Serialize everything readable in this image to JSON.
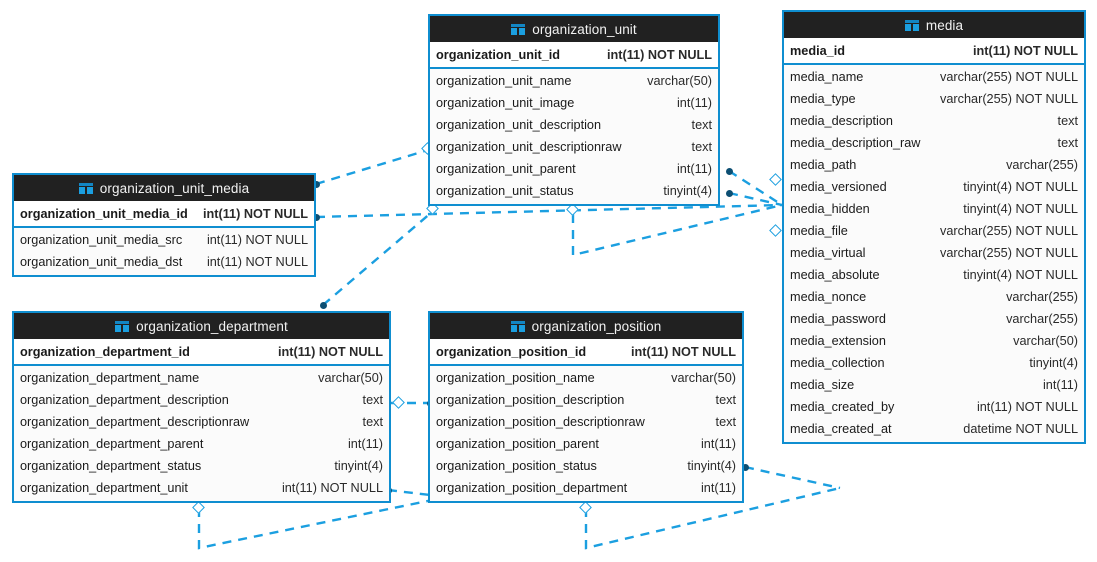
{
  "diagram": {
    "title": "database-er-diagram",
    "accent_color": "#0f8ed0",
    "header_color": "#212121",
    "line_color": "#1b9fe0",
    "icon_name": "table-icon"
  },
  "tables": [
    {
      "id": "organization_unit",
      "name": "organization_unit",
      "primary_key": {
        "field": "organization_unit_id",
        "type": "int(11) NOT NULL"
      },
      "fields": [
        {
          "field": "organization_unit_name",
          "type": "varchar(50)"
        },
        {
          "field": "organization_unit_image",
          "type": "int(11)"
        },
        {
          "field": "organization_unit_description",
          "type": "text"
        },
        {
          "field": "organization_unit_descriptionraw",
          "type": "text"
        },
        {
          "field": "organization_unit_parent",
          "type": "int(11)"
        },
        {
          "field": "organization_unit_status",
          "type": "tinyint(4)"
        }
      ]
    },
    {
      "id": "media",
      "name": "media",
      "primary_key": {
        "field": "media_id",
        "type": "int(11) NOT NULL"
      },
      "fields": [
        {
          "field": "media_name",
          "type": "varchar(255) NOT NULL"
        },
        {
          "field": "media_type",
          "type": "varchar(255) NOT NULL"
        },
        {
          "field": "media_description",
          "type": "text"
        },
        {
          "field": "media_description_raw",
          "type": "text"
        },
        {
          "field": "media_path",
          "type": "varchar(255)"
        },
        {
          "field": "media_versioned",
          "type": "tinyint(4) NOT NULL"
        },
        {
          "field": "media_hidden",
          "type": "tinyint(4) NOT NULL"
        },
        {
          "field": "media_file",
          "type": "varchar(255) NOT NULL"
        },
        {
          "field": "media_virtual",
          "type": "varchar(255) NOT NULL"
        },
        {
          "field": "media_absolute",
          "type": "tinyint(4) NOT NULL"
        },
        {
          "field": "media_nonce",
          "type": "varchar(255)"
        },
        {
          "field": "media_password",
          "type": "varchar(255)"
        },
        {
          "field": "media_extension",
          "type": "varchar(50)"
        },
        {
          "field": "media_collection",
          "type": "tinyint(4)"
        },
        {
          "field": "media_size",
          "type": "int(11)"
        },
        {
          "field": "media_created_by",
          "type": "int(11) NOT NULL"
        },
        {
          "field": "media_created_at",
          "type": "datetime NOT NULL"
        }
      ]
    },
    {
      "id": "organization_unit_media",
      "name": "organization_unit_media",
      "primary_key": {
        "field": "organization_unit_media_id",
        "type": "int(11) NOT NULL"
      },
      "fields": [
        {
          "field": "organization_unit_media_src",
          "type": "int(11) NOT NULL"
        },
        {
          "field": "organization_unit_media_dst",
          "type": "int(11) NOT NULL"
        }
      ]
    },
    {
      "id": "organization_department",
      "name": "organization_department",
      "primary_key": {
        "field": "organization_department_id",
        "type": "int(11) NOT NULL"
      },
      "fields": [
        {
          "field": "organization_department_name",
          "type": "varchar(50)"
        },
        {
          "field": "organization_department_description",
          "type": "text"
        },
        {
          "field": "organization_department_descriptionraw",
          "type": "text"
        },
        {
          "field": "organization_department_parent",
          "type": "int(11)"
        },
        {
          "field": "organization_department_status",
          "type": "tinyint(4)"
        },
        {
          "field": "organization_department_unit",
          "type": "int(11) NOT NULL"
        }
      ]
    },
    {
      "id": "organization_position",
      "name": "organization_position",
      "primary_key": {
        "field": "organization_position_id",
        "type": "int(11) NOT NULL"
      },
      "fields": [
        {
          "field": "organization_position_name",
          "type": "varchar(50)"
        },
        {
          "field": "organization_position_description",
          "type": "text"
        },
        {
          "field": "organization_position_descriptionraw",
          "type": "text"
        },
        {
          "field": "organization_position_parent",
          "type": "int(11)"
        },
        {
          "field": "organization_position_status",
          "type": "tinyint(4)"
        },
        {
          "field": "organization_position_department",
          "type": "int(11)"
        }
      ]
    }
  ]
}
